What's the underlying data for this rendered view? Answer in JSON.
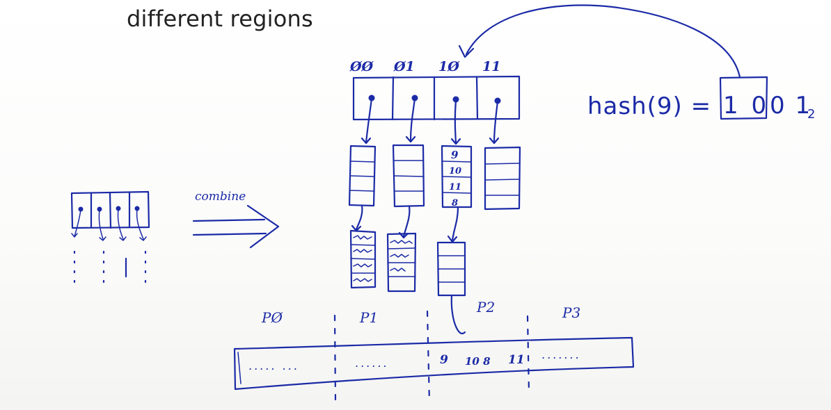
{
  "slide": {
    "partial_heading": "different regions"
  },
  "hash_table": {
    "bucket_labels": [
      "ØØ",
      "Ø1",
      "1Ø",
      "11"
    ],
    "bucket3_entries": [
      "9",
      "10",
      "11",
      "8"
    ]
  },
  "hash_expression": {
    "prefix": "hash(9) =",
    "boxed_bits": "1 0",
    "rest_bits": "0 1",
    "subscript": "2"
  },
  "combine_label": "combine",
  "partitions": {
    "labels": [
      "PØ",
      "P1",
      "P2",
      "P3"
    ],
    "p0_contents": "..... ...",
    "p1_contents": "......",
    "p2_contents": [
      "9",
      "10 8",
      "11"
    ],
    "p3_contents": "......."
  },
  "colors": {
    "ink": "#1b2aa6",
    "slide_text": "#222222"
  }
}
